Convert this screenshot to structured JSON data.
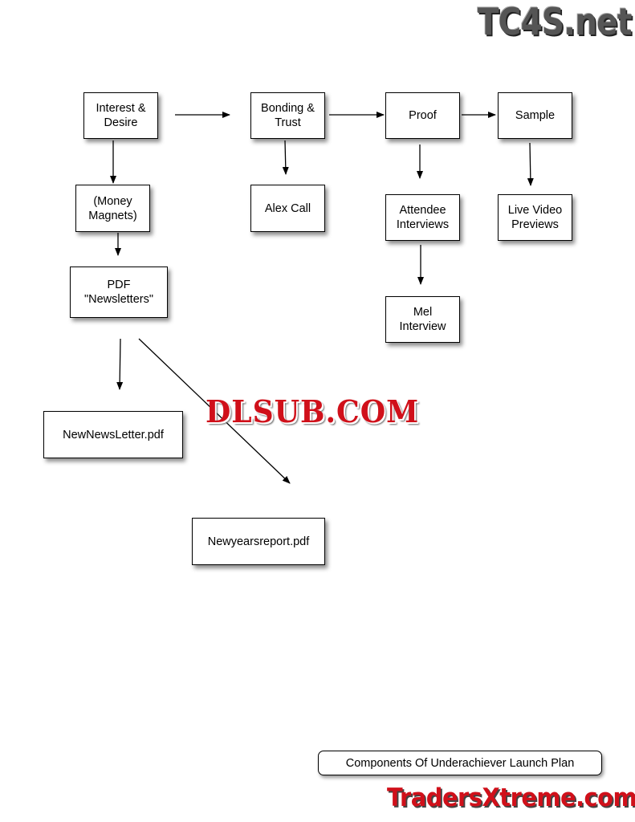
{
  "watermarks": {
    "top": "TC4S.net",
    "middle": "DLSUB.COM",
    "bottom": "TradersXtreme.com"
  },
  "nodes": {
    "interest": "Interest &\nDesire",
    "bonding": "Bonding &\nTrust",
    "proof": "Proof",
    "sample": "Sample",
    "money": "(Money\nMagnets)",
    "alex": "Alex Call",
    "attendee": "Attendee\nInterviews",
    "live": "Live Video\nPreviews",
    "pdf": "PDF\n\"Newsletters\"",
    "mel": "Mel\nInterview",
    "newsletter_pdf": "NewNewsLetter.pdf",
    "newyears_pdf": "Newyearsreport.pdf"
  },
  "caption": "Components Of Underachiever Launch Plan"
}
